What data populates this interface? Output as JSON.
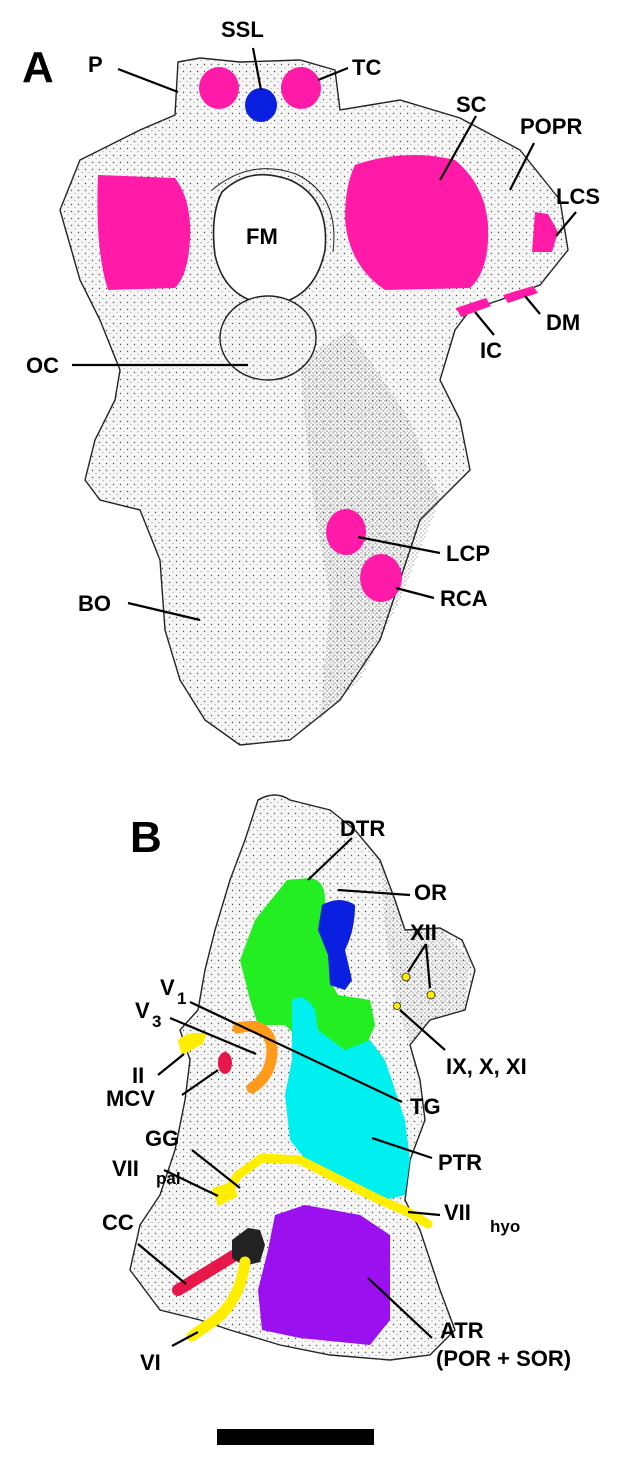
{
  "panel_a": {
    "letter": "A",
    "labels": {
      "p": "P",
      "ssl": "SSL",
      "tc": "TC",
      "sc": "SC",
      "popr": "POPR",
      "lcs": "LCS",
      "fm": "FM",
      "dm": "DM",
      "ic": "IC",
      "oc": "OC",
      "lcp": "LCP",
      "rca": "RCA",
      "bo": "BO"
    }
  },
  "panel_b": {
    "letter": "B",
    "labels": {
      "dtr": "DTR",
      "or": "OR",
      "xii": "XII",
      "v1_main": "V",
      "v1_sub": "1",
      "v3_main": "V",
      "v3_sub": "3",
      "ix_x_xi": "IX, X, XI",
      "ii": "II",
      "mcv": "MCV",
      "tg": "TG",
      "gg": "GG",
      "ptr": "PTR",
      "vii_pal_main": "VII",
      "vii_pal_sub": "pal",
      "vii_hyo_main": "VII",
      "vii_hyo_sub": "hyo",
      "cc": "CC",
      "atr_line1": "ATR",
      "atr_line2": "(POR + SOR)",
      "vi": "VI"
    }
  },
  "colors": {
    "magenta": "#ff1aa8",
    "blue": "#0a1fe0",
    "green": "#22ee22",
    "cyan": "#00f0f0",
    "orange": "#ff9a1a",
    "yellow": "#ffee00",
    "red": "#e8174a",
    "purple": "#9a10ee",
    "black": "#222222"
  }
}
